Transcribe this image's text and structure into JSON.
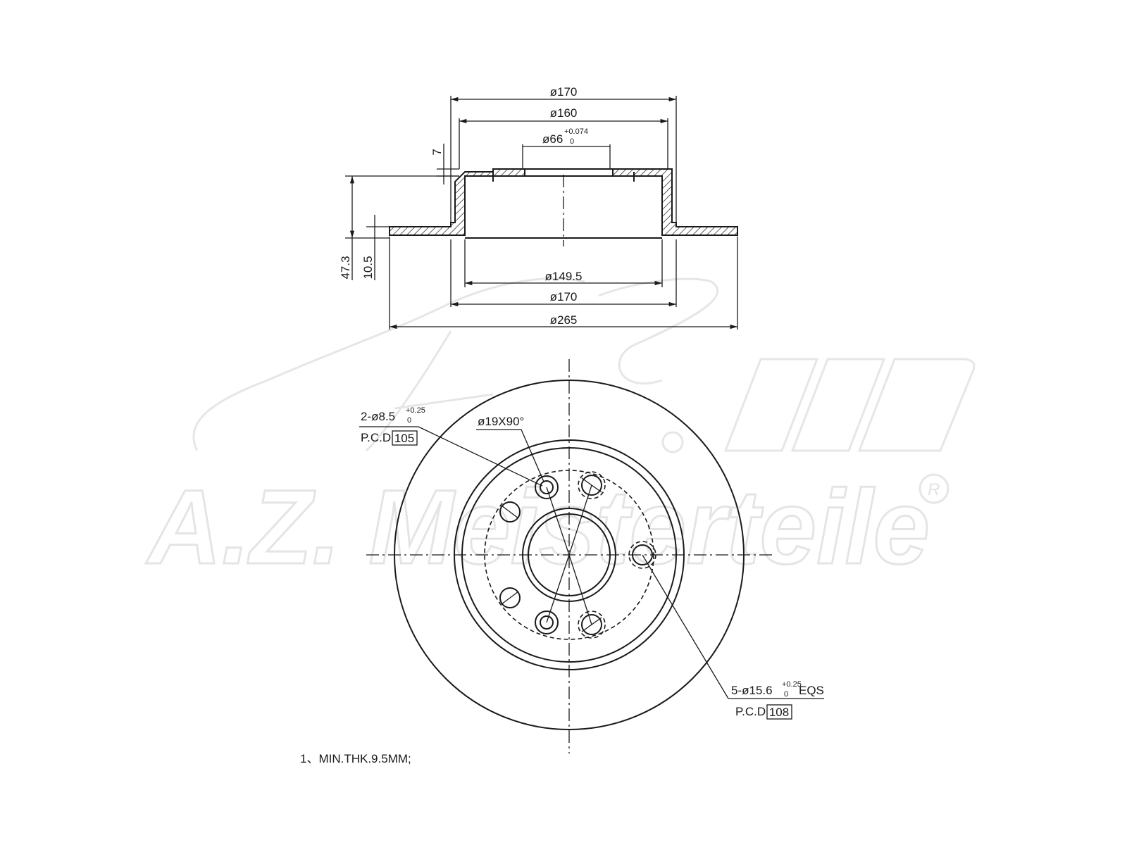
{
  "watermark": {
    "brand_text": "A.Z. Meisterteile",
    "registered_mark": "R"
  },
  "side_view": {
    "dim_outer_top": "ø170",
    "dim_ring": "ø160",
    "dim_bore": "ø66",
    "dim_bore_tol_upper": "+0.074",
    "dim_bore_tol_lower": "0",
    "dim_hat_thickness": "7",
    "dim_total_height": "47.3",
    "dim_disc_thickness": "10.5",
    "dim_inner": "ø149.5",
    "dim_outer_hat": "ø170",
    "dim_disc": "ø265"
  },
  "front_view": {
    "small_holes_label": "2-ø8.5",
    "small_holes_tol_upper": "+0.25",
    "small_holes_tol_lower": "0",
    "small_holes_pcd_prefix": "P.C.D",
    "small_holes_pcd_value": "105",
    "chamfer_label": "ø19X90°",
    "bolt_holes_label": "5-ø15.6",
    "bolt_holes_tol_upper": "+0.25",
    "bolt_holes_tol_lower": "0",
    "bolt_holes_suffix": "EQS",
    "bolt_holes_pcd_prefix": "P.C.D",
    "bolt_holes_pcd_value": "108"
  },
  "notes": {
    "min_thickness": "1、MIN.THK.9.5MM;"
  }
}
